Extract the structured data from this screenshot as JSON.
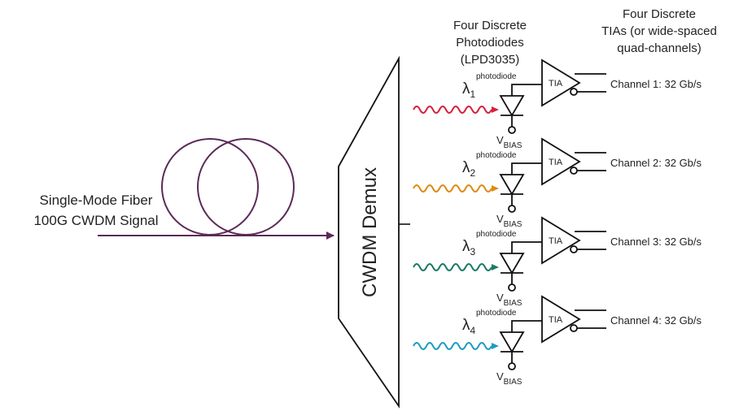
{
  "fiber_label": {
    "line1": "Single-Mode Fiber",
    "line2": "100G CWDM Signal"
  },
  "demux_label": "CWDM Demux",
  "headers": {
    "photodiodes": [
      "Four Discrete",
      "Photodiodes",
      "(LPD3035)"
    ],
    "tias": [
      "Four Discrete",
      "TIAs (or wide-spaced",
      "quad-channels)"
    ]
  },
  "channels": [
    {
      "lambda": "λ",
      "sub": "1",
      "photodiode_label": "photodiode",
      "tia_label": "TIA",
      "vbias": "V",
      "vbias_sub": "BIAS",
      "output": "Channel 1: 32 Gb/s",
      "color": "#d4213d"
    },
    {
      "lambda": "λ",
      "sub": "2",
      "photodiode_label": "photodiode",
      "tia_label": "TIA",
      "vbias": "V",
      "vbias_sub": "BIAS",
      "output": "Channel 2: 32 Gb/s",
      "color": "#e08a10"
    },
    {
      "lambda": "λ",
      "sub": "3",
      "photodiode_label": "photodiode",
      "tia_label": "TIA",
      "vbias": "V",
      "vbias_sub": "BIAS",
      "output": "Channel 3: 32 Gb/s",
      "color": "#1a7a66"
    },
    {
      "lambda": "λ",
      "sub": "4",
      "photodiode_label": "photodiode",
      "tia_label": "TIA",
      "vbias": "V",
      "vbias_sub": "BIAS",
      "output": "Channel 4: 32 Gb/s",
      "color": "#1b9cc4"
    }
  ],
  "colors": {
    "fiber": "#5b2a58",
    "wire": "#111111"
  }
}
